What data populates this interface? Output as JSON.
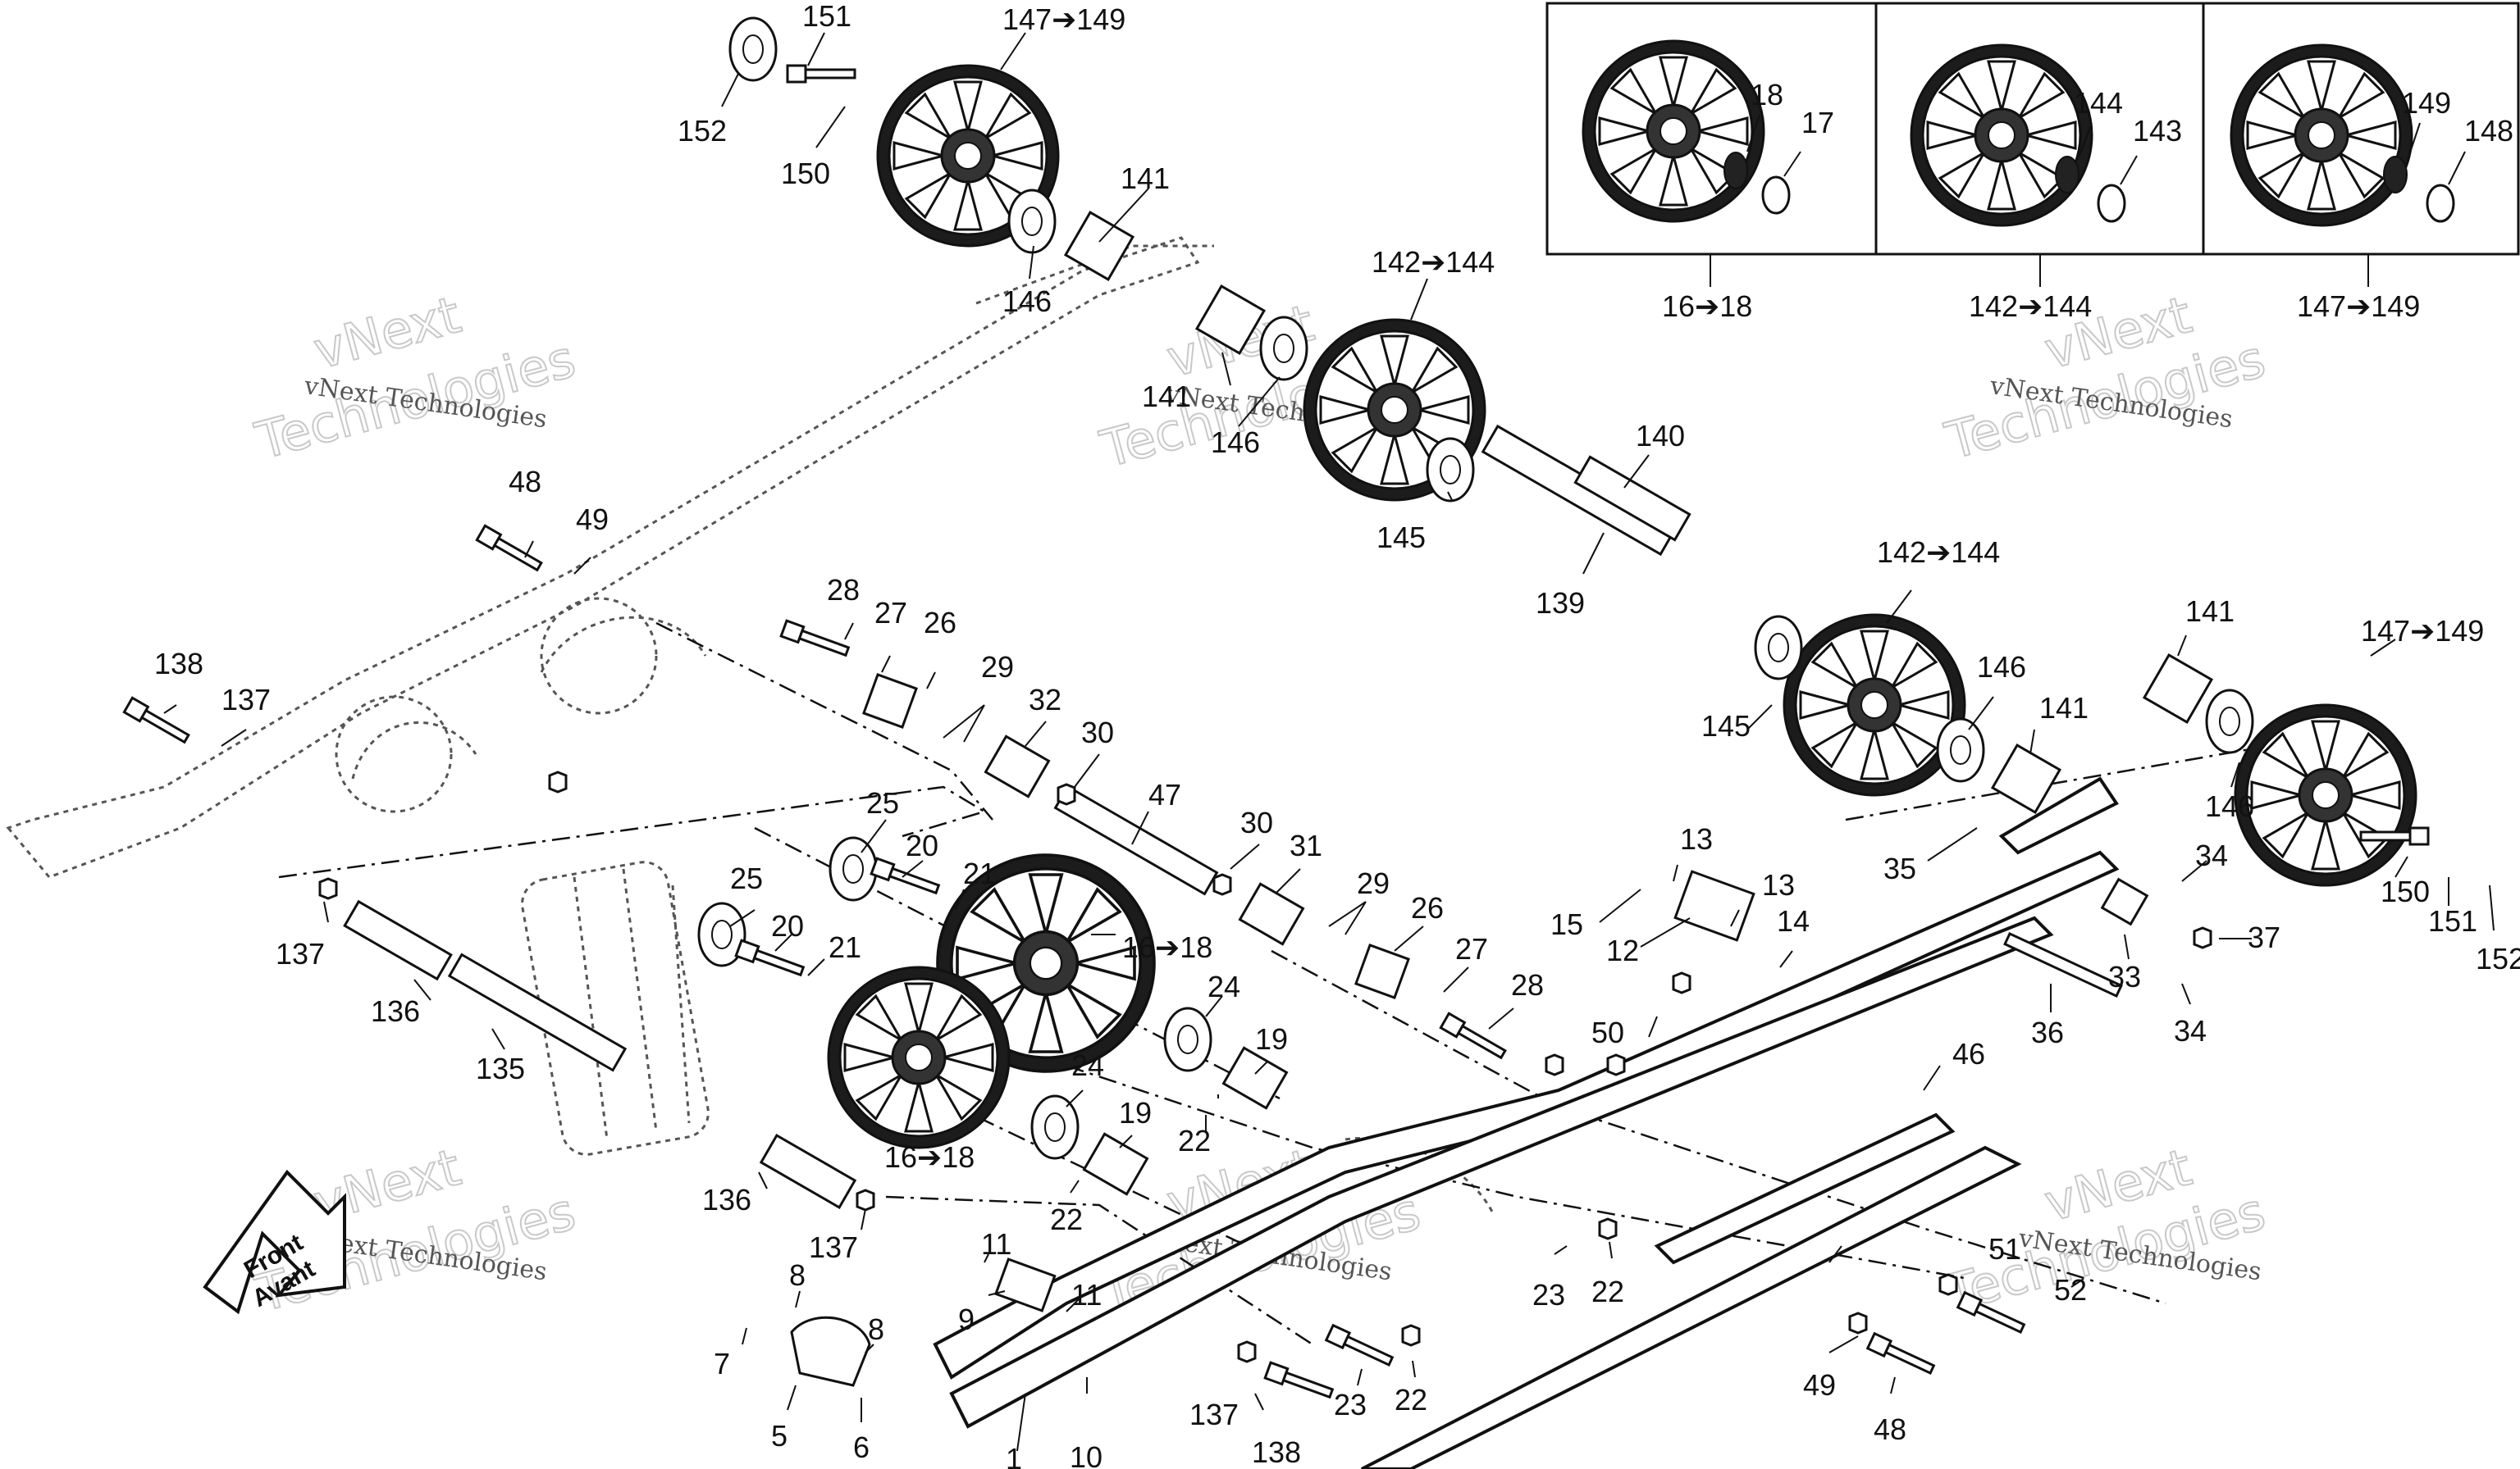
{
  "watermark": {
    "brand_top": "vNext",
    "brand_bottom": "Technologies",
    "caption": "vNext Technologies"
  },
  "front_arrow": {
    "line1": "Front",
    "line2": "Avant"
  },
  "inset_labels": {
    "left": "16➔18",
    "middle": "142➔144",
    "right": "147➔149"
  },
  "callouts": {
    "c151": "151",
    "c147_149_top": "147➔149",
    "c152_top": "152",
    "c150_top": "150",
    "c141_top": "141",
    "c146_top": "146",
    "c142_144_top": "142➔144",
    "c141_mid": "141",
    "c146_mid": "146",
    "c145_top": "145",
    "c140": "140",
    "c139": "139",
    "c18": "18",
    "c17": "17",
    "c144_in": "144",
    "c143": "143",
    "c149_in": "149",
    "c148": "148",
    "c48_top": "48",
    "c49_top": "49",
    "c138_top": "138",
    "c137_top": "137",
    "c28_top": "28",
    "c27_top": "27",
    "c26_top": "26",
    "c29_top": "29",
    "c32": "32",
    "c30_top": "30",
    "c47": "47",
    "c25_top": "25",
    "c20_top": "20",
    "c21_top": "21",
    "c25_mid": "25",
    "c20_mid": "20",
    "c21_mid": "21",
    "c137_mid": "137",
    "c136_top": "136",
    "c135": "135",
    "c16_18_mid": "16➔18",
    "c16_18_low": "16➔18",
    "c30_mid": "30",
    "c31": "31",
    "c29_mid": "29",
    "c26_mid": "26",
    "c27_mid": "27",
    "c28_mid": "28",
    "c24_top": "24",
    "c19_top": "19",
    "c22_top": "22",
    "c24_mid": "24",
    "c19_mid": "19",
    "c22_mid": "22",
    "c136_low": "136",
    "c137_low": "137",
    "c142_144_right": "142➔144",
    "c145_right": "145",
    "c146_right": "146",
    "c141_right": "141",
    "c141_far": "141",
    "c147_149_right": "147➔149",
    "c146_far": "146",
    "c35": "35",
    "c13_a": "13",
    "c13_b": "13",
    "c15": "15",
    "c12": "12",
    "c14": "14",
    "c34_a": "34",
    "c37": "37",
    "c150_right": "150",
    "c151_right": "151",
    "c152_right": "152",
    "c33": "33",
    "c36": "36",
    "c34_b": "34",
    "c50": "50",
    "c46": "46",
    "c11_a": "11",
    "c9": "9",
    "c11_b": "11",
    "c8_a": "8",
    "c8_b": "8",
    "c7": "7",
    "c5": "5",
    "c6": "6",
    "c1": "1",
    "c10": "10",
    "c137_bot": "137",
    "c138_bot": "138",
    "c23_a": "23",
    "c22_bot": "22",
    "c23_b": "23",
    "c22_b": "22",
    "c51": "51",
    "c52": "52",
    "c49_bot": "49",
    "c48_bot": "48"
  }
}
